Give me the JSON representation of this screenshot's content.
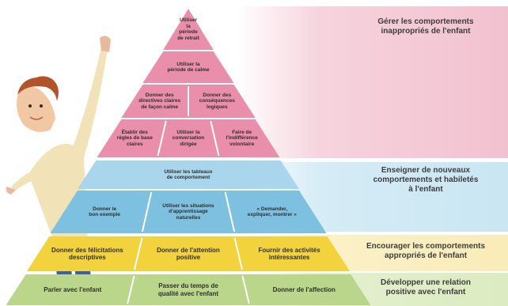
{
  "colors": {
    "pink": "#e98fab",
    "pink_light": "#f2b5c7",
    "blue": "#7ec0e0",
    "blue_light": "#a9d6ec",
    "yellow": "#f3d33d",
    "green": "#b9d68a",
    "white_divider": "#ffffff"
  },
  "pyramid": {
    "levels": [
      {
        "name": "pink",
        "label_lines": [
          "Gérer les comportements",
          "inappropriés de l'enfant"
        ],
        "rows": [
          [
            {
              "lines": [
                "Utiliser",
                "la période",
                "de retrait"
              ]
            }
          ],
          [
            {
              "lines": [
                "Utiliser la",
                "période de calme"
              ]
            }
          ],
          [
            {
              "lines": [
                "Donner des",
                "directives claires",
                "de façon calme"
              ]
            },
            {
              "lines": [
                "Donner des",
                "conséquences",
                "logiques"
              ]
            }
          ],
          [
            {
              "lines": [
                "Établir des",
                "règles de base",
                "claires"
              ]
            },
            {
              "lines": [
                "Utiliser la",
                "conversation",
                "dirigée"
              ]
            },
            {
              "lines": [
                "Faire de",
                "l'indifférence",
                "volontaire"
              ]
            }
          ]
        ]
      },
      {
        "name": "blue",
        "label_lines": [
          "Enseigner de nouveaux",
          "comportements et habiletés",
          "à l'enfant"
        ],
        "rows": [
          [
            {
              "lines": [
                "Utiliser les tableaux",
                "de comportement"
              ]
            }
          ],
          [
            {
              "lines": [
                "Donner le",
                "bon exemple"
              ]
            },
            {
              "lines": [
                "Utiliser les situations",
                "d'apprentissage",
                "naturelles"
              ]
            },
            {
              "lines": [
                "« Demander,",
                "expliquer, montrer »"
              ]
            }
          ]
        ]
      },
      {
        "name": "yellow",
        "label_lines": [
          "Encourager les comportements",
          "appropriés de l'enfant"
        ],
        "rows": [
          [
            {
              "lines": [
                "Donner des félicitations",
                "descriptives"
              ]
            },
            {
              "lines": [
                "Donner de l'attention",
                "positive"
              ]
            },
            {
              "lines": [
                "Fournir des activités",
                "intéressantes"
              ]
            }
          ]
        ]
      },
      {
        "name": "green",
        "label_lines": [
          "Développer une relation",
          "positive avec l'enfant"
        ],
        "rows": [
          [
            {
              "lines": [
                "Parler avec l'enfant"
              ]
            },
            {
              "lines": [
                "Passer du temps de",
                "qualité avec l'enfant"
              ]
            },
            {
              "lines": [
                "Donner de l'affection"
              ]
            }
          ]
        ]
      }
    ]
  }
}
